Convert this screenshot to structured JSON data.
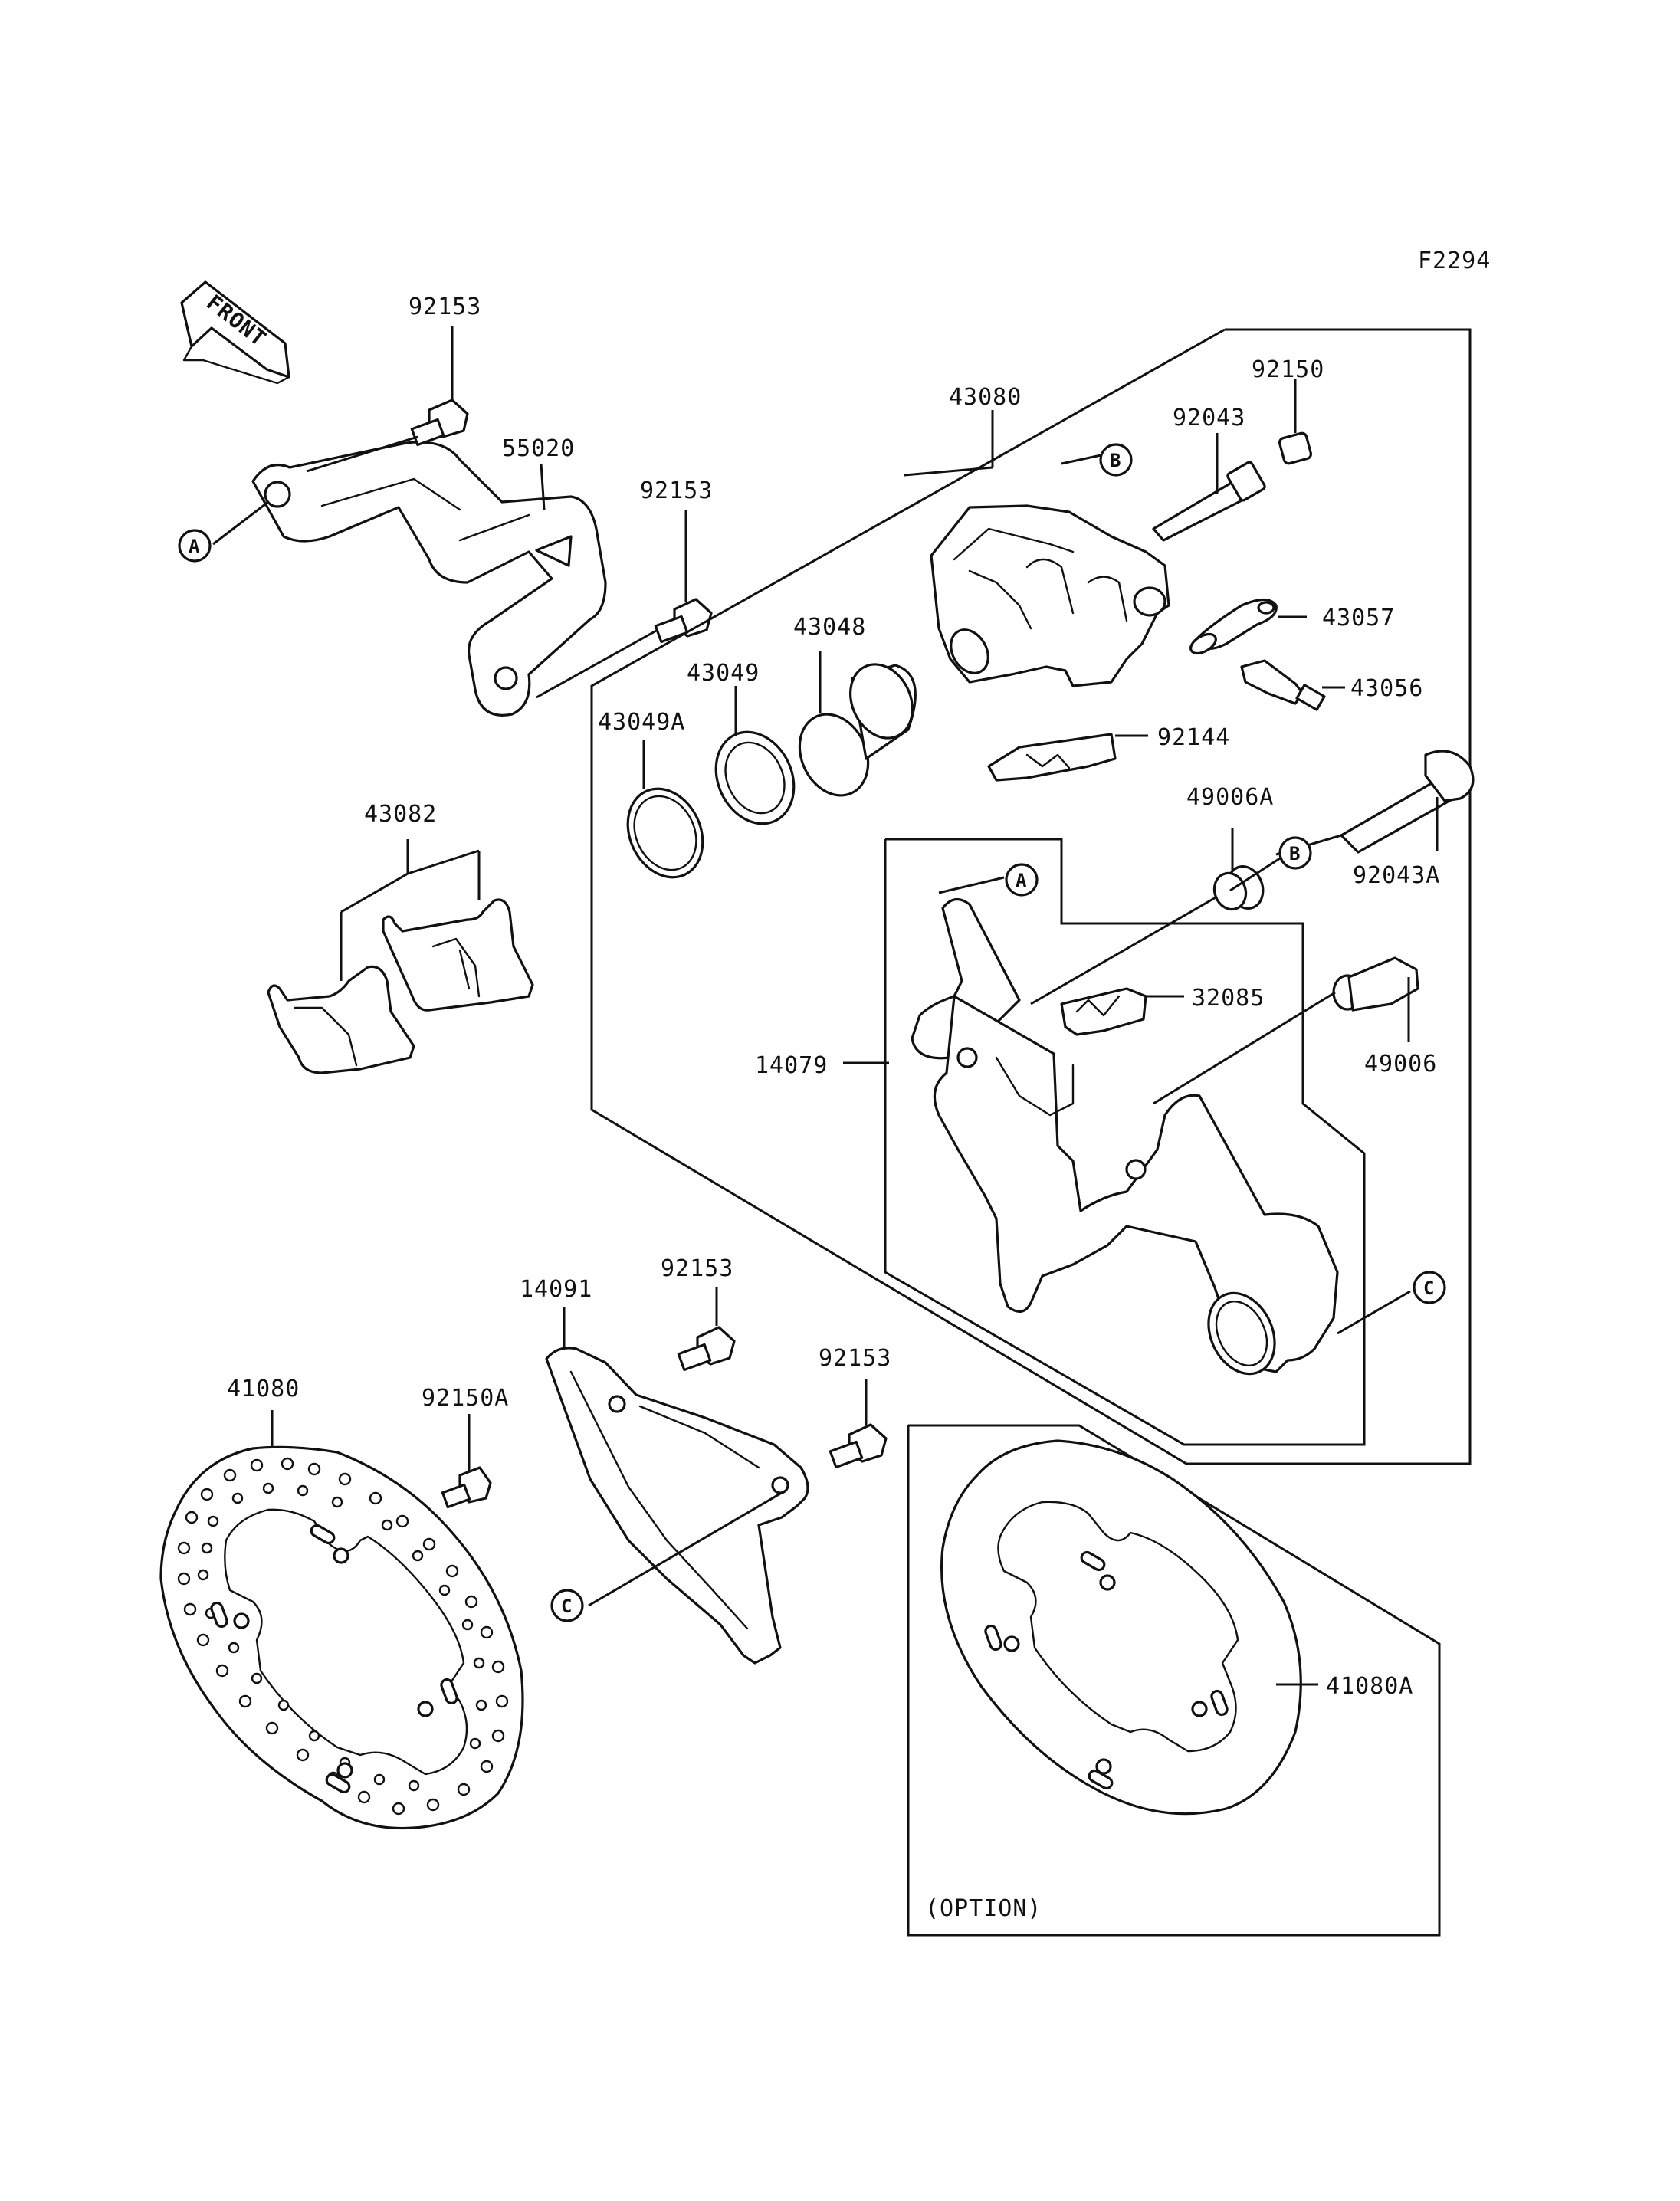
{
  "figure_code": "F2294",
  "front_label": "FRONT",
  "option_label": "(OPTION)",
  "labels": {
    "l92153a": "92153",
    "l55020": "55020",
    "l92153b": "92153",
    "l43080": "43080",
    "l92150": "92150",
    "l92043": "92043",
    "l43057": "43057",
    "l43056": "43056",
    "l43048": "43048",
    "l43049": "43049",
    "l43049A": "43049A",
    "l92144": "92144",
    "l49006A": "49006A",
    "l92043A": "92043A",
    "l43082": "43082",
    "l32085": "32085",
    "l14079": "14079",
    "l49006": "49006",
    "l14091": "14091",
    "l92153c": "92153",
    "l92153d": "92153",
    "l41080": "41080",
    "l92150A": "92150A",
    "l41080A": "41080A"
  },
  "refs": {
    "A": "A",
    "B": "B",
    "C": "C"
  }
}
